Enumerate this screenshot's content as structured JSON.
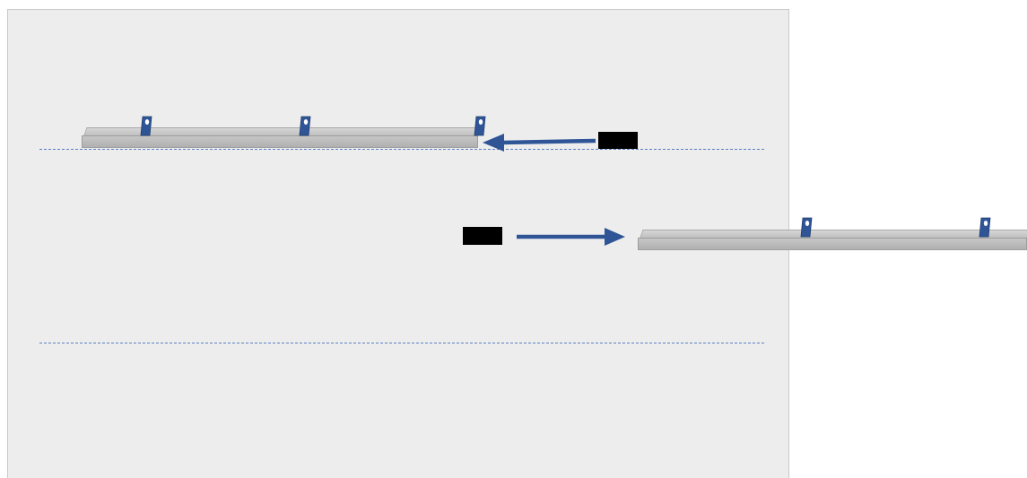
{
  "diagram": {
    "colors": {
      "panel": "#ededed",
      "guide": "#5b7fc4",
      "arrow": "#2f5597",
      "rail": "#c0c0c0",
      "clip": "#2f5597",
      "marker": "#000000"
    },
    "rails": [
      {
        "name": "installed-rail",
        "clips": 3
      },
      {
        "name": "incoming-rail",
        "clips": 2
      }
    ],
    "markers": [
      {
        "name": "redacted-label-1",
        "text": ""
      },
      {
        "name": "redacted-label-2",
        "text": ""
      }
    ],
    "icons": [
      "rail-clip-icon",
      "arrow-left-icon",
      "arrow-right-icon"
    ]
  }
}
